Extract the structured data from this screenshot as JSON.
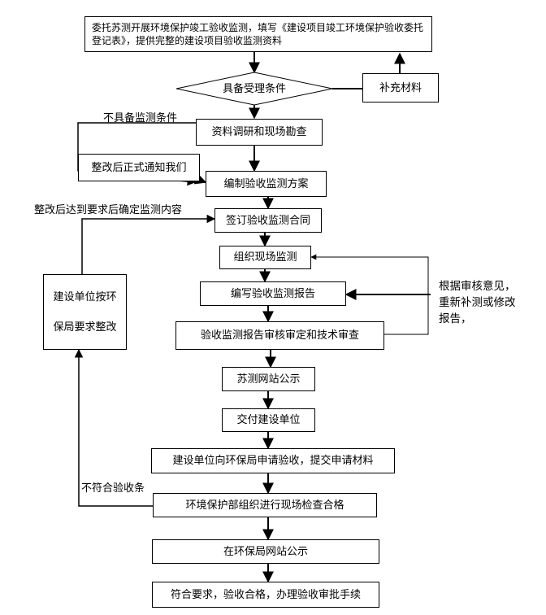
{
  "nodes": {
    "entrust": "委托苏测开展环境保护竣工验收监测，填写《建设项目竣工环境保护验收委托登记表》，提供完整的建设项目验收监测资料",
    "decision": "具备受理条件",
    "supplement": "补充材料",
    "research": "资料调研和现场勘查",
    "notify": "整改后正式通知我们",
    "plan": "编制验收监测方案",
    "contract": "签订验收监测合同",
    "organize": "组织现场监测",
    "report": "编写验收监测报告",
    "review": "验收监测报告审核审定和技术审查",
    "publish_sc": "苏测网站公示",
    "deliver": "交付建设单位",
    "apply": "建设单位向环保局申请验收，提交申请材料",
    "inspect": "环境保护部组织进行现场检查合格",
    "publish_epb": "在环保局网站公示",
    "approve": "符合要求，验收合格，办理验收审批手续",
    "rectify_line1": "建设单位按环",
    "rectify_line2": "保局要求整改",
    "feedback_line1": "根据审核意见，",
    "feedback_line2": "重新补测或修改",
    "feedback_line3": "报告，"
  },
  "labels": {
    "no_monitor": "不具备监测条件",
    "after_rectify": "整改后达到要求后确定监测内容",
    "not_meet": "不符合验收条"
  }
}
